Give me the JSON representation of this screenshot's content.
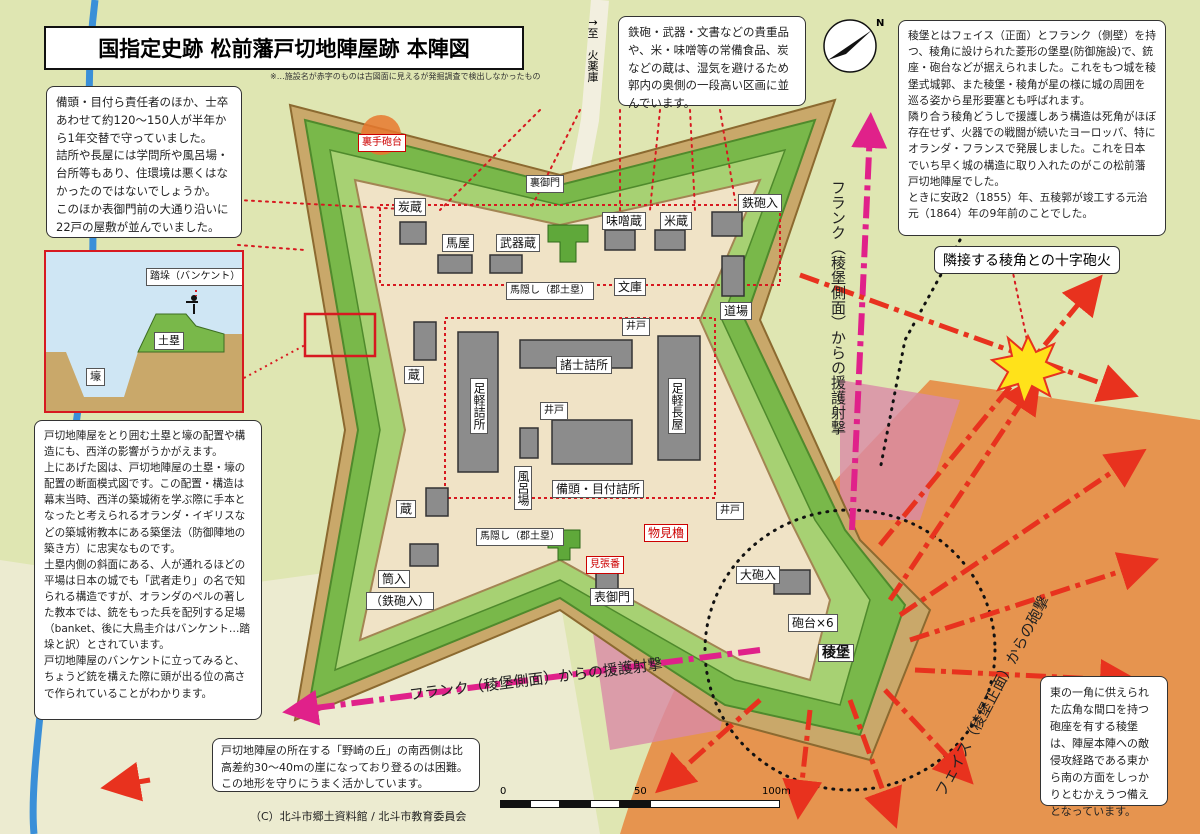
{
  "title": "国指定史跡 松前藩戸切地陣屋跡 本陣図",
  "note": "※…施設名が赤字のものは古図面に見えるが発掘調査で検出しなかったもの",
  "destination": "↑至　火薬庫",
  "compass": "N",
  "labels": {
    "urate_hodai": "裏手砲台",
    "ura_gomon": "裏御門",
    "sumikura": "炭蔵",
    "umaya": "馬屋",
    "bukigura": "武器蔵",
    "misogura": "味噌蔵",
    "komegura": "米蔵",
    "teppoiri_1": "鉄砲入",
    "umakakushi_1": "馬隠し（郡土塁）",
    "bunko": "文庫",
    "dojo": "道場",
    "ido_1": "井戸",
    "kura_1": "蔵",
    "shoshi_tsumesho": "諸士詰所",
    "ashigaru_tsumesho": "足軽詰所",
    "ashigaru_nagaya": "足軽長屋",
    "ido_2": "井戸",
    "furoba": "風呂場",
    "bantou_tsumesho": "備頭・目付詰所",
    "kura_2": "蔵",
    "ido_3": "井戸",
    "umakakushi_2": "馬隠し（郡土塁）",
    "monomi": "物見櫓",
    "tsutsuiri": "筒入",
    "teppoiri_2": "（鉄砲入）",
    "mihari_ban": "見張番",
    "omote_gomon": "表御門",
    "ohodai_iri": "大砲入",
    "hodai_6": "砲台×6",
    "ryouho": "稜堡",
    "inset_dohei": "土塁",
    "inset_ho": "壕",
    "inset_banquette": "踏垛（バンケント）"
  },
  "box_top_left": {
    "p1": "備頭・目付ら責任者のほか、士卒あわせて約120～150人が半年から1年交替で守っていました。",
    "p2": "詰所や長屋には学問所や風呂場・台所等もあり、住環境は悪くはなかったのではないでしょうか。",
    "p3": "このほか表御門前の大通り沿いに22戸の屋敷が並んでいました。"
  },
  "box_top_center": "鉄砲・武器・文書などの貴重品や、米・味噌等の常備食品、炭などの蔵は、湿気を避けるため郭内の奥側の一段高い区画に並んでいます。",
  "box_top_right": {
    "p1": "稜堡とはフェイス（正面）とフランク（側壁）を持つ、稜角に設けられた菱形の堡塁(防御施設)で、銃座・砲台などが据えられました。これをもつ城を稜堡式城郭、また稜堡・稜角が星の様に城の周囲を巡る姿から星形要塞とも呼ばれます。",
    "p2": "隣り合う稜角どうしで援護しあう構造は死角がほぼ存在せず、火器での戦闘が続いたヨーロッパ、特にオランダ・フランスで発展しました。これを日本でいち早く城の構造に取り入れたのがこの松前藩戸切地陣屋でした。",
    "p3": "ときに安政2（1855）年、五稜郭が竣工する元治元（1864）年の9年前のことでした。"
  },
  "crossfire": "隣接する稜角との十字砲火",
  "box_left": {
    "p1": "戸切地陣屋をとり囲む土塁と壕の配置や構造にも、西洋の影響がうかがえます。",
    "p2": "上にあげた図は、戸切地陣屋の土塁・壕の配置の断面模式図です。この配置・構造は幕末当時、西洋の築城術を学ぶ際に手本となったと考えられるオランダ・イギリスなどの築城術教本にある築堡法（防御陣地の築き方）に忠実なものです。",
    "p3": "土塁内側の斜面にある、人が通れるほどの平場は日本の城でも「武者走り」の名で知られる構造ですが、オランダのペルの著した教本では、銃をもった兵を配列する足場（banket、後に大鳥圭介はバンケント…踏垛と訳）とされています。",
    "p4": "戸切地陣屋のバンケントに立ってみると、ちょうど銃を構えた際に頭が出る位の高さで作られていることがわかります。"
  },
  "box_bottom": "戸切地陣屋の所在する「野崎の丘」の南西側は比高差約30～40mの崖になっており登るのは困難。この地形を守りにうまく活かしています。",
  "box_bottom_right": "東の一角に供えられた広角な間口を持つ砲座を有する稜堡は、陣屋本陣への敵侵攻経路である東から南の方面をしっかりとむかえうつ備えとなっています。",
  "flank_v": "フランク（稜堡側面）からの援護射撃",
  "flank_h": "フランク（稜堡側面）からの援護射撃",
  "face_text": "フェイス（稜堡正面）からの砲撃",
  "credit": "（C）北斗市郷土資料館 / 北斗市教育委員会",
  "scale": {
    "ticks": [
      "0",
      "50",
      "100m"
    ]
  },
  "colors": {
    "rampart": "#79b84a",
    "moat": "#c9a86a",
    "fire": "#e8782e",
    "flank": "#e0218a",
    "arrow": "#e8321e"
  }
}
